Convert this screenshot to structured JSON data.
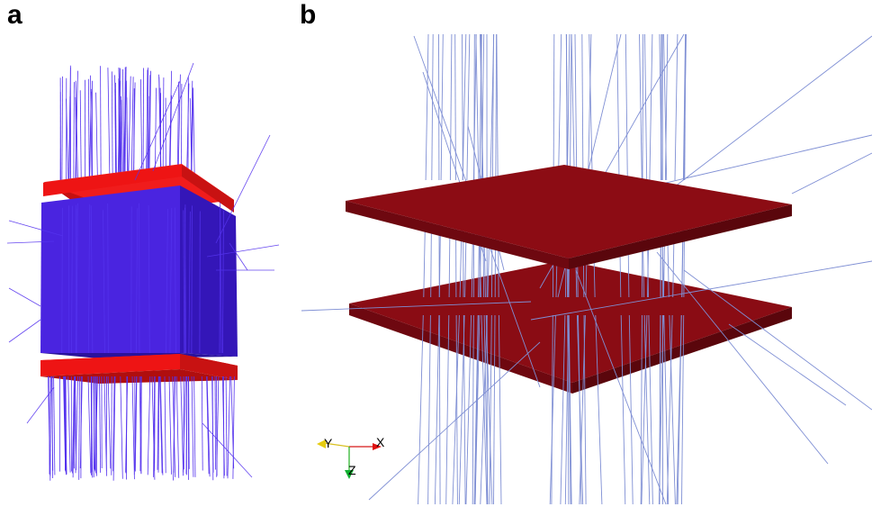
{
  "panels": [
    {
      "label": "a"
    },
    {
      "label": "b"
    }
  ],
  "axes_triad": {
    "x_label": "X",
    "y_label": "Y",
    "z_label": "Z"
  },
  "colors": {
    "plate_bright": "#ee1414",
    "plate_dark": "#8a0c14",
    "block": "#4a24e0",
    "rays_a": "#5533ee",
    "rays_b": "#7f8fd4"
  }
}
